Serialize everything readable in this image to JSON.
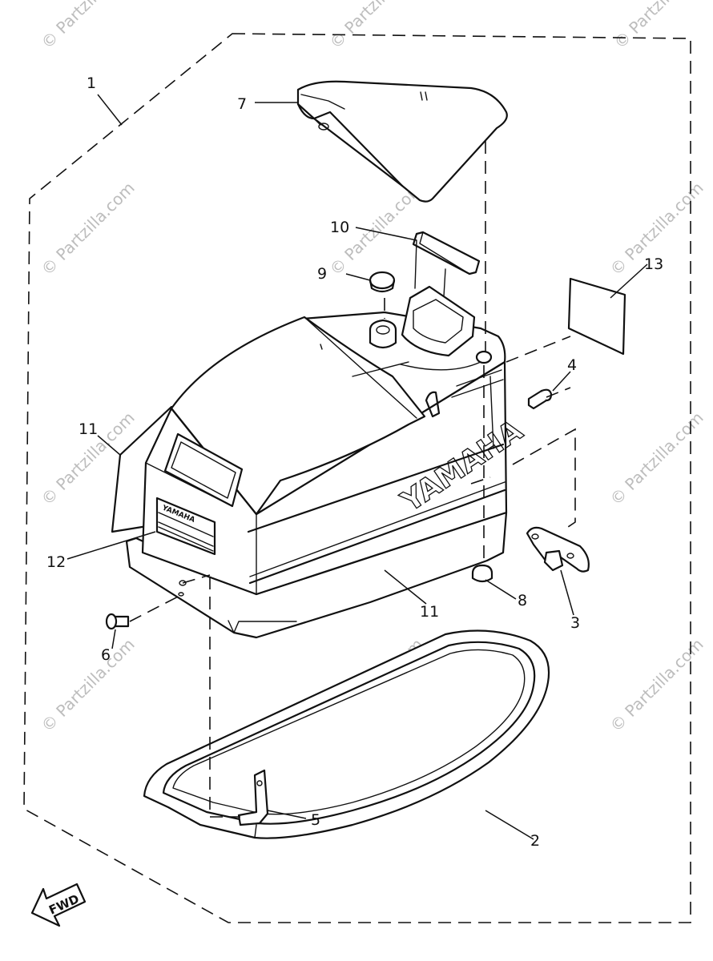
{
  "watermark": "© Partzilla.com",
  "brand": {
    "cowl_logo": "YAMAHA",
    "label_logo": "YAMAHA"
  },
  "fwd_label": "FWD",
  "callouts": [
    {
      "id": "c1",
      "label": "1"
    },
    {
      "id": "c2",
      "label": "2"
    },
    {
      "id": "c3",
      "label": "3"
    },
    {
      "id": "c4",
      "label": "4"
    },
    {
      "id": "c5",
      "label": "5"
    },
    {
      "id": "c6",
      "label": "6"
    },
    {
      "id": "c7",
      "label": "7"
    },
    {
      "id": "c8",
      "label": "8"
    },
    {
      "id": "c9",
      "label": "9"
    },
    {
      "id": "c10",
      "label": "10"
    },
    {
      "id": "c11a",
      "label": "11"
    },
    {
      "id": "c11b",
      "label": "11"
    },
    {
      "id": "c12",
      "label": "12"
    },
    {
      "id": "c13",
      "label": "13"
    }
  ]
}
